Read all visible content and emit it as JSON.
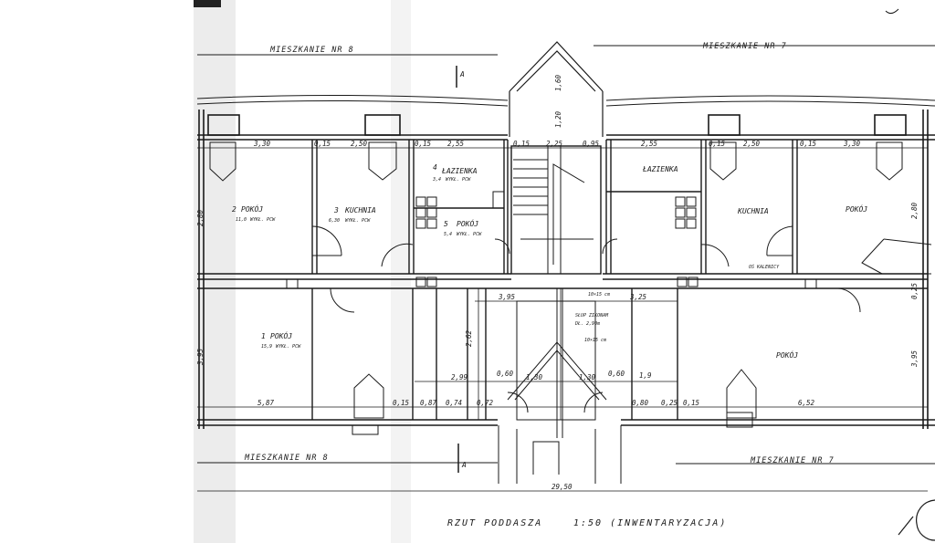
{
  "headers": {
    "top_left": "MIESZKANIE NR 8",
    "top_right": "MIESZKANIE NR 7",
    "bottom_left": "MIESZKANIE NR 8",
    "bottom_right": "MIESZKANIE NR 7"
  },
  "section_marks": {
    "top": "A",
    "bottom": "A"
  },
  "title": "RZUT PODDASZA",
  "scale": "1:50 (INWENTARYZACJA)",
  "rooms": {
    "r2": {
      "num": "2",
      "name": "POKÓJ",
      "area": "11,0",
      "floor": "WYKŁ. PCW"
    },
    "r3": {
      "num": "3",
      "name": "KUCHNIA",
      "area": "6,30",
      "floor": "WYKŁ. PCW"
    },
    "r4": {
      "num": "4",
      "name": "ŁAZIENKA",
      "area": "3,4",
      "floor": "WYKŁ. PCW"
    },
    "r5": {
      "num": "5",
      "name": "POKÓJ",
      "area": "5,4",
      "floor": "WYKŁ. PCW"
    },
    "r1": {
      "num": "1",
      "name": "POKÓJ",
      "area": "15,9",
      "floor": "WYKŁ. PCW"
    },
    "right_bath": "ŁAZIENKA",
    "right_kitchen": "KUCHNIA",
    "right_room_top": "POKÓJ",
    "right_room_big": "POKÓJ",
    "right_balcony": "OŚ KALENICY"
  },
  "notes": {
    "column": "SŁUP ZIKONAM",
    "column_height": "DŁ. 2,90m",
    "beam1": "10×15 cm",
    "beam2": "10×15 cm"
  },
  "dims": {
    "top_row": [
      "3,30",
      "0,15",
      "2,50",
      "0,15",
      "2,55",
      "0,15",
      "2,25",
      "0,95",
      "2,55",
      "0,15",
      "2,50",
      "0,15",
      "3,30"
    ],
    "bottom_row": [
      "5,87",
      "0,15",
      "0,87",
      "0,74",
      "0,72",
      "0,80",
      "0,25",
      "0,15",
      "6,52"
    ],
    "mid": [
      "3,95",
      "3,25",
      "2,99",
      "1,30",
      "1,30",
      "0,60",
      "0,60",
      "1,9",
      "2,62"
    ],
    "total": "29,50",
    "left_v": [
      "2,80",
      "3,95"
    ],
    "right_v": [
      "2,80",
      "3,95",
      "0,25"
    ],
    "stair_top": "1,60",
    "stair_mid": "1,20"
  }
}
